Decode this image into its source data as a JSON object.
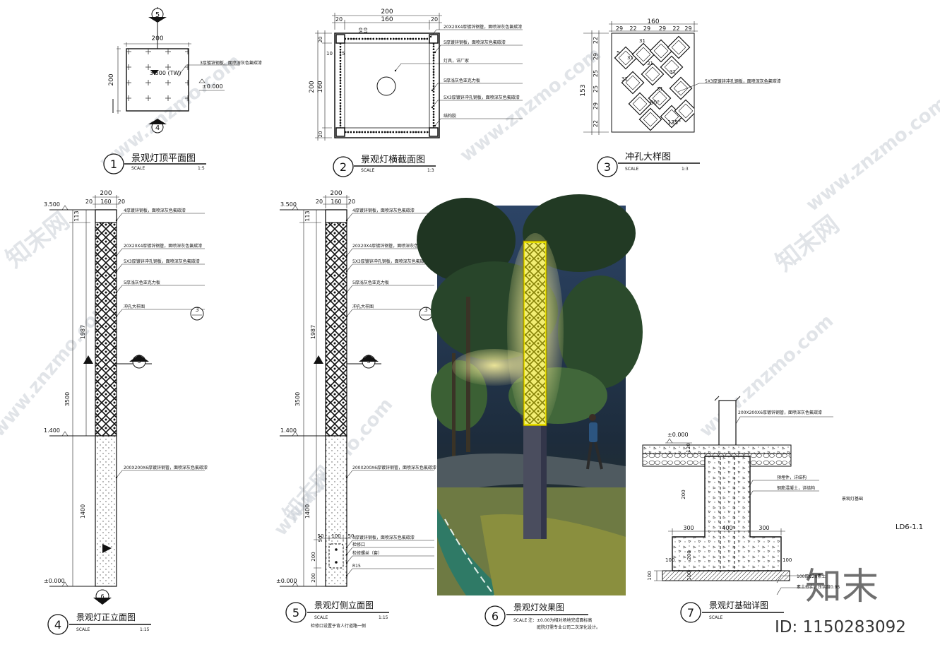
{
  "sheet_no": "LD6-1.1",
  "watermark": {
    "brand": "知末",
    "id_label": "ID: 1150283092",
    "url_text": "www.znzmo.com",
    "cn_text": "知末网"
  },
  "views": {
    "v1": {
      "num": "1",
      "title": "景观灯顶平面图",
      "scale_label": "SCALE",
      "scale": "1:5",
      "dim_w": "200",
      "dim_h": "200",
      "level": "3.500 (TW)",
      "ground": "±0.000",
      "note": "3厚镀锌钢板，面喷深灰色氟碳漆",
      "mark_top": "5",
      "mark_bottom": "4"
    },
    "v2": {
      "num": "2",
      "title": "景观灯横截面图",
      "scale_label": "SCALE",
      "scale": "1:3",
      "dims": {
        "total": "200",
        "inner": "160",
        "side": "20",
        "d10": "10",
        "d5": "5",
        "d50": "50"
      },
      "notes": [
        "20X20X4厚镀锌钢管，面喷深灰色氟碳漆",
        "5厚镀锌钢板，面喷深灰色氟碳漆",
        "灯具，详厂家",
        "5厚浅灰色亚克力板",
        "5X3厚镀锌冲孔钢板，面喷深灰色氟碳漆",
        "结构胶"
      ]
    },
    "v3": {
      "num": "3",
      "title": "冲孔大样图",
      "scale_label": "SCALE",
      "scale": "1:3",
      "dim_total": "160",
      "dims_top": [
        "29",
        "22",
        "29",
        "29",
        "22",
        "29"
      ],
      "dim_h": "153",
      "dims_left": [
        "22",
        "29",
        "25",
        "25",
        "29",
        "22"
      ],
      "cells": [
        "31",
        "31",
        "31",
        "31",
        "31",
        "31",
        "5"
      ],
      "angle": "90°",
      "angle2": "135°",
      "note": "5X3厚镀锌冲孔钢板，面喷深灰色氟碳漆"
    },
    "v4": {
      "num": "4",
      "title": "景观灯正立面图",
      "scale_label": "SCALE",
      "scale": "1:15",
      "levels": [
        "3.500",
        "1.400",
        "±0.000"
      ],
      "dims_top": [
        "200",
        "20",
        "160",
        "20"
      ],
      "dims_side": [
        "113",
        "1987",
        "3500",
        "1400"
      ],
      "notes": [
        "4厚镀锌钢板，面喷深灰色氟碳漆",
        "20X20X4厚镀锌钢管，面喷深灰色氟碳漆",
        "5X3厚镀锌冲孔钢板，面喷深灰色氟碳漆",
        "5厚浅灰色亚克力板",
        "冲孔大样图",
        "200X200X6厚镀锌钢管，面喷深灰色氟碳漆"
      ],
      "marks": [
        "3",
        "3",
        "6"
      ]
    },
    "v5": {
      "num": "5",
      "title": "景观灯侧立面图",
      "scale_label": "SCALE",
      "scale": "1:15",
      "levels": [
        "3.500",
        "1.400",
        "±0.000"
      ],
      "dims_top": [
        "200",
        "20",
        "160",
        "20"
      ],
      "dims_side": [
        "113",
        "1987",
        "3500",
        "1400",
        "50",
        "200",
        "200"
      ],
      "dims_door": [
        "50",
        "100",
        "50"
      ],
      "notes": [
        "4厚镀锌钢板，面喷深灰色氟碳漆",
        "20X20X4厚镀锌钢管，面喷深灰色氟碳漆",
        "5X3厚镀锌冲孔钢板，面喷深灰色氟碳漆",
        "5厚浅灰色亚克力板",
        "冲孔大样图",
        "200X200X6厚镀锌钢管，面喷深灰色氟碳漆",
        "3厚镀锌钢板，面喷深灰色氟碳漆",
        "检修口",
        "检修螺丝（套）",
        "R15"
      ],
      "footnote": "检修口设置于背人行道路一侧",
      "marks": [
        "3",
        "3"
      ]
    },
    "v6": {
      "num": "6",
      "title": "景观灯效果图",
      "scale_label": "SCALE",
      "footnote1": "注：±0.00为相对场地完成面标高",
      "footnote2": "庭院灯需专业公司二次深化设计。"
    },
    "v7": {
      "num": "7",
      "title": "景观灯基础详图",
      "scale_label": "SCALE",
      "ground": "±0.000",
      "dims": [
        "120",
        "300",
        "400",
        "300",
        "100",
        "200",
        "100",
        "100",
        "100",
        "200"
      ],
      "notes": [
        "200X200X6厚镀锌钢管，面喷深灰色氟碳漆",
        "预埋件，详结构",
        "钢筋混凝土，详结构",
        "景观灯基础",
        "100厚C20素土",
        "素土夯实，压实度0.95"
      ]
    }
  },
  "colors": {
    "line": "#111111",
    "lamp_glow": "#e8e000",
    "night_sky": "#1b2a3a"
  }
}
